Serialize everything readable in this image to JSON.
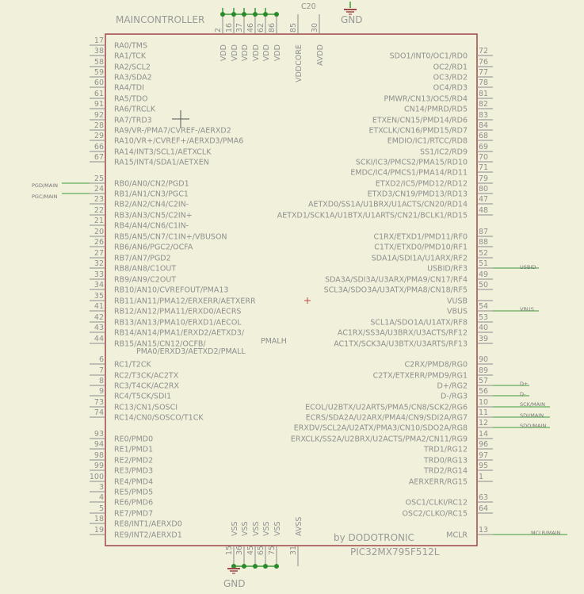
{
  "title": "MAINCONTROLLER",
  "part": "PIC32MX795F512L",
  "credit": "by DODOTRONIC",
  "cap_label": "C20",
  "gnd_top": "GND",
  "gnd_bottom": "GND",
  "colors": {
    "background": "#f1f0db",
    "body": "#a04848",
    "pin": "#8c8c8c",
    "wire": "#3a9a3a",
    "junction": "#2a8a2a",
    "text": "#8f8f8f",
    "origin": "#c04848"
  },
  "top_pins": [
    {
      "name": "VDD",
      "num": "2"
    },
    {
      "name": "VDD",
      "num": "16"
    },
    {
      "name": "VDD",
      "num": "37"
    },
    {
      "name": "VDD",
      "num": "46"
    },
    {
      "name": "VDD",
      "num": "62"
    },
    {
      "name": "VDD",
      "num": "86"
    },
    {
      "name": "VDDCORE",
      "num": "85"
    },
    {
      "name": "AVDD",
      "num": "30"
    }
  ],
  "bottom_pins": [
    {
      "name": "VSS",
      "num": "15"
    },
    {
      "name": "VSS",
      "num": "36"
    },
    {
      "name": "VSS",
      "num": "45"
    },
    {
      "name": "VSS",
      "num": "65"
    },
    {
      "name": "VSS",
      "num": "75"
    },
    {
      "name": "AVSS",
      "num": "31"
    }
  ],
  "left_pins": [
    {
      "num": "17",
      "name": "RA0/TMS"
    },
    {
      "num": "38",
      "name": "RA1/TCK"
    },
    {
      "num": "58",
      "name": "RA2/SCL2"
    },
    {
      "num": "59",
      "name": "RA3/SDA2"
    },
    {
      "num": "60",
      "name": "RA4/TDI"
    },
    {
      "num": "61",
      "name": "RA5/TDO"
    },
    {
      "num": "91",
      "name": "RA6/TRCLK"
    },
    {
      "num": "92",
      "name": "RA7/TRD3"
    },
    {
      "num": "28",
      "name": "RA9/VR-/PMA7/CVREF-/AERXD2"
    },
    {
      "num": "29",
      "name": "RA10/VR+/CVREF+/AERXD3/PMA6"
    },
    {
      "num": "66",
      "name": "RA14/INT3/SCL1/AETXCLK"
    },
    {
      "num": "67",
      "name": "RA15/INT4/SDA1/AETXEN"
    },
    {
      "num": "25",
      "name": "RB0/AN0/CN2/PGD1"
    },
    {
      "num": "24",
      "name": "RB1/AN1/CN3/PGC1"
    },
    {
      "num": "23",
      "name": "RB2/AN2/CN4/C2IN-"
    },
    {
      "num": "22",
      "name": "RB3/AN3/CN5/C2IN+"
    },
    {
      "num": "21",
      "name": "RB4/AN4/CN6/C1IN-"
    },
    {
      "num": "20",
      "name": "RB5/AN5/CN7/C1IN+/VBUSON"
    },
    {
      "num": "26",
      "name": "RB6/AN6/PGC2/OCFA"
    },
    {
      "num": "27",
      "name": "RB7/AN7/PGD2"
    },
    {
      "num": "32",
      "name": "RB8/AN8/C1OUT"
    },
    {
      "num": "33",
      "name": "RB9/AN9/C2OUT"
    },
    {
      "num": "34",
      "name": "RB10/AN10/CVREFOUT/PMA13"
    },
    {
      "num": "35",
      "name": "RB11/AN11/PMA12/ERXERR/AETXERR"
    },
    {
      "num": "41",
      "name": "RB12/AN12/PMA11/ERXD0/AECRS"
    },
    {
      "num": "42",
      "name": "RB13/AN13/PMA10/ERXD1/AECOL"
    },
    {
      "num": "43",
      "name": "RB14/AN14/PMA1/ERXD2/AETXD3/"
    },
    {
      "num": "44",
      "name": "RB15/AN15/CN12/OCFB/"
    },
    {
      "num": "6",
      "name": "RC1/T2CK"
    },
    {
      "num": "7",
      "name": "RC2/T3CK/AC2TX"
    },
    {
      "num": "8",
      "name": "RC3/T4CK/AC2RX"
    },
    {
      "num": "9",
      "name": "RC4/T5CK/SDI1"
    },
    {
      "num": "73",
      "name": "RC13/CN1/SOSCI"
    },
    {
      "num": "74",
      "name": "RC14/CN0/SOSCO/T1CK"
    },
    {
      "num": "93",
      "name": "RE0/PMD0"
    },
    {
      "num": "94",
      "name": "RE1/PMD1"
    },
    {
      "num": "98",
      "name": "RE2/PMD2"
    },
    {
      "num": "99",
      "name": "RE3/PMD3"
    },
    {
      "num": "100",
      "name": "RE4/PMD4"
    },
    {
      "num": "3",
      "name": "RE5/PMD5"
    },
    {
      "num": "4",
      "name": "RE6/PMD6"
    },
    {
      "num": "5",
      "name": "RE7/PMD7"
    },
    {
      "num": "18",
      "name": "RE8/INT1/AERXD0"
    },
    {
      "num": "19",
      "name": "RE9/INT2/AERXD1"
    }
  ],
  "left_extra": [
    "PMA0/ERXD3/AETXD2/PMALL",
    "PMALH"
  ],
  "right_pins": [
    {
      "num": "72",
      "name": "SDO1/INT0/OC1/RD0"
    },
    {
      "num": "76",
      "name": "OC2/RD1"
    },
    {
      "num": "77",
      "name": "OC3/RD2"
    },
    {
      "num": "78",
      "name": "OC4/RD3"
    },
    {
      "num": "81",
      "name": "PMWR/CN13/OC5/RD4"
    },
    {
      "num": "82",
      "name": "CN14/PMRD/RD5"
    },
    {
      "num": "83",
      "name": "ETXEN/CN15/PMD14/RD6"
    },
    {
      "num": "84",
      "name": "ETXCLK/CN16/PMD15/RD7"
    },
    {
      "num": "68",
      "name": "EMDIO/IC1/RTCC/RD8"
    },
    {
      "num": "69",
      "name": "SS1/IC2/RD9"
    },
    {
      "num": "70",
      "name": "SCKI/IC3/PMCS2/PMA15/RD10"
    },
    {
      "num": "71",
      "name": "EMDC/IC4/PMCS1/PMA14/RD11"
    },
    {
      "num": "79",
      "name": "ETXD2/IC5/PMD12/RD12"
    },
    {
      "num": "80",
      "name": "ETXD3/CN19/PMD13/RD13"
    },
    {
      "num": "47",
      "name": "AETXD0/SS1A/U1BRX/U1ACTS/CN20/RD14"
    },
    {
      "num": "48",
      "name": "AETXD1/SCK1A/U1BTX/U1ARTS/CN21/BCLK1/RD15"
    },
    {
      "num": "87",
      "name": "C1RX/ETXD1/PMD11/RF0"
    },
    {
      "num": "88",
      "name": "C1TX/ETXD0/PMD10/RF1"
    },
    {
      "num": "52",
      "name": "SDA1A/SDI1A/U1ARX/RF2"
    },
    {
      "num": "51",
      "name": "USBID/RF3"
    },
    {
      "num": "49",
      "name": "SDA3A/SDI3A/U3ARX/PMA9/CN17/RF4"
    },
    {
      "num": "50",
      "name": "SCL3A/SDO3A/U3ATX/PMA8/CN18/RF5"
    },
    {
      "num": "",
      "name": "VUSB"
    },
    {
      "num": "54",
      "name": "VBUS"
    },
    {
      "num": "53",
      "name": "SCL1A/SDO1A/U1ATX/RF8"
    },
    {
      "num": "40",
      "name": "AC1RX/SS3A/U3BRX/U3ACTS/RF12"
    },
    {
      "num": "39",
      "name": "AC1TX/SCK3A/U3BTX/U3ARTS/RF13"
    },
    {
      "num": "90",
      "name": "C2RX/PMD8/RG0"
    },
    {
      "num": "89",
      "name": "C2TX/ETXERR/PMD9/RG1"
    },
    {
      "num": "57",
      "name": "D+/RG2"
    },
    {
      "num": "56",
      "name": "D-/RG3"
    },
    {
      "num": "10",
      "name": "ECOL/U2BTX/U2ARTS/PMA5/CN8/SCK2/RG6"
    },
    {
      "num": "11",
      "name": "ECRS/SDA2A/U2ARX/PMA4/CN9/SDI2A/RG7"
    },
    {
      "num": "12",
      "name": "ERXDV/SCL2A/U2ATX/PMA3/CN10/SDO2A/RG8"
    },
    {
      "num": "14",
      "name": "ERXCLK/SS2A/U2BRX/U2ACTS/PMA2/CN11/RG9"
    },
    {
      "num": "96",
      "name": "TRD1/RG12"
    },
    {
      "num": "97",
      "name": "TRD0/RG13"
    },
    {
      "num": "95",
      "name": "TRD2/RG14"
    },
    {
      "num": "1",
      "name": "AERXERR/RG15"
    },
    {
      "num": "63",
      "name": "OSC1/CLKI/RC12"
    },
    {
      "num": "64",
      "name": "OSC2/CLKO/RC15"
    },
    {
      "num": "13",
      "name": "MCLR"
    }
  ],
  "nets": {
    "pgd": "PGD/MAIN",
    "pgc": "PGC/MAIN",
    "usbid": "USBID",
    "vbus": "VBUS",
    "dplus": "D+",
    "dminus": "D-",
    "sck": "SCK/MAIN",
    "sdi": "SDI/MAIN",
    "sdo": "SDO/MAIN",
    "mclr": "MCLR/MAIN"
  }
}
